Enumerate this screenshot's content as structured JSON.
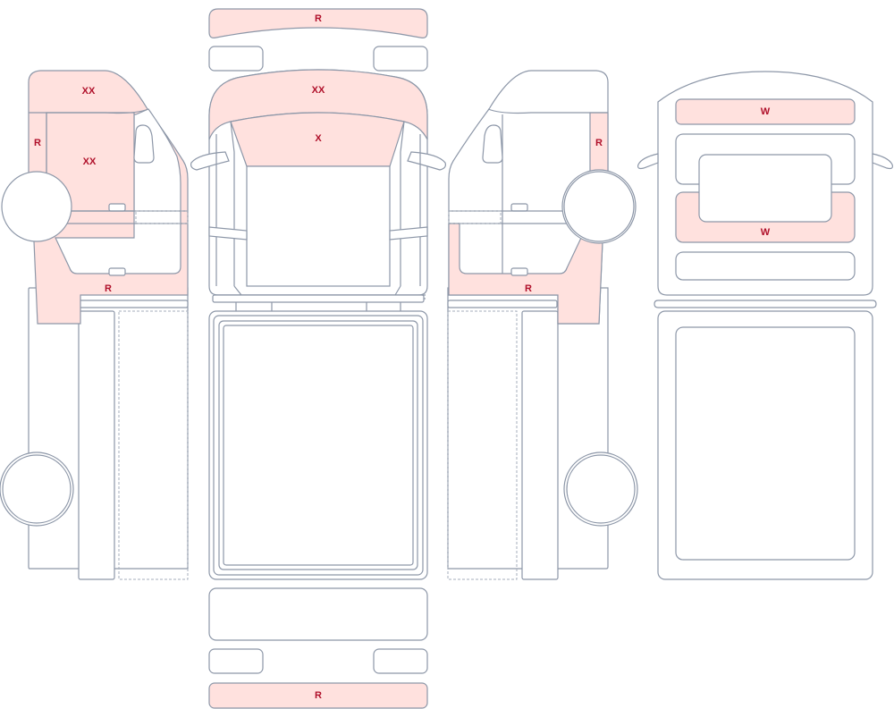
{
  "colors": {
    "outline": "#8d97a8",
    "damage_fill": "#ffe1de",
    "label": "#b0102a"
  },
  "labels": {
    "front_bumper": "R",
    "hood": "XX",
    "windshield": "X",
    "left_roof_rail": "XX",
    "left_door_window": "XX",
    "left_a_pillar": "R",
    "left_rocker": "R",
    "right_a_pillar": "R",
    "right_rocker": "R",
    "rear_window_upper": "W",
    "rear_window_lower": "W",
    "rear_bumper": "R"
  }
}
